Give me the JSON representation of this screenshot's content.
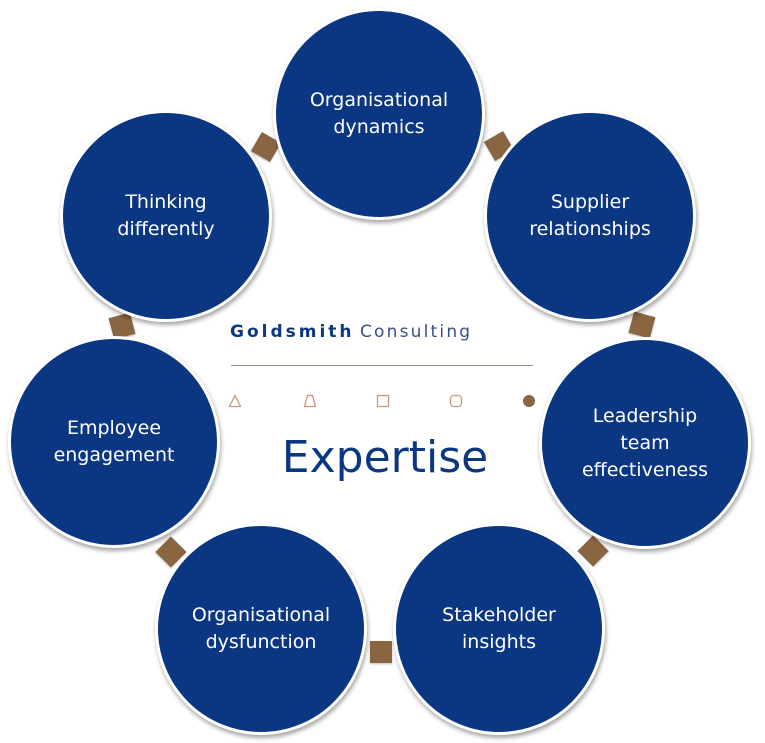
{
  "brand": {
    "name_bold": "Goldsmith",
    "name_light": "Consulting"
  },
  "center_title": "Expertise",
  "shape_icons": [
    "triangle-icon",
    "trapezoid-icon",
    "square-icon",
    "rounded-square-icon",
    "filled-circle-icon"
  ],
  "colors": {
    "circle_fill": "#0b3782",
    "connector": "#8a6542",
    "shape_outline": "#c79a7e",
    "shape_filled": "#8a6542"
  },
  "circles": [
    {
      "label": "Organisational\ndynamics"
    },
    {
      "label": "Supplier\nrelationships"
    },
    {
      "label": "Leadership\nteam\neffectiveness"
    },
    {
      "label": "Stakeholder\ninsights"
    },
    {
      "label": "Organisational\ndysfunction"
    },
    {
      "label": "Employee\nengagement"
    },
    {
      "label": "Thinking\ndifferently"
    }
  ]
}
